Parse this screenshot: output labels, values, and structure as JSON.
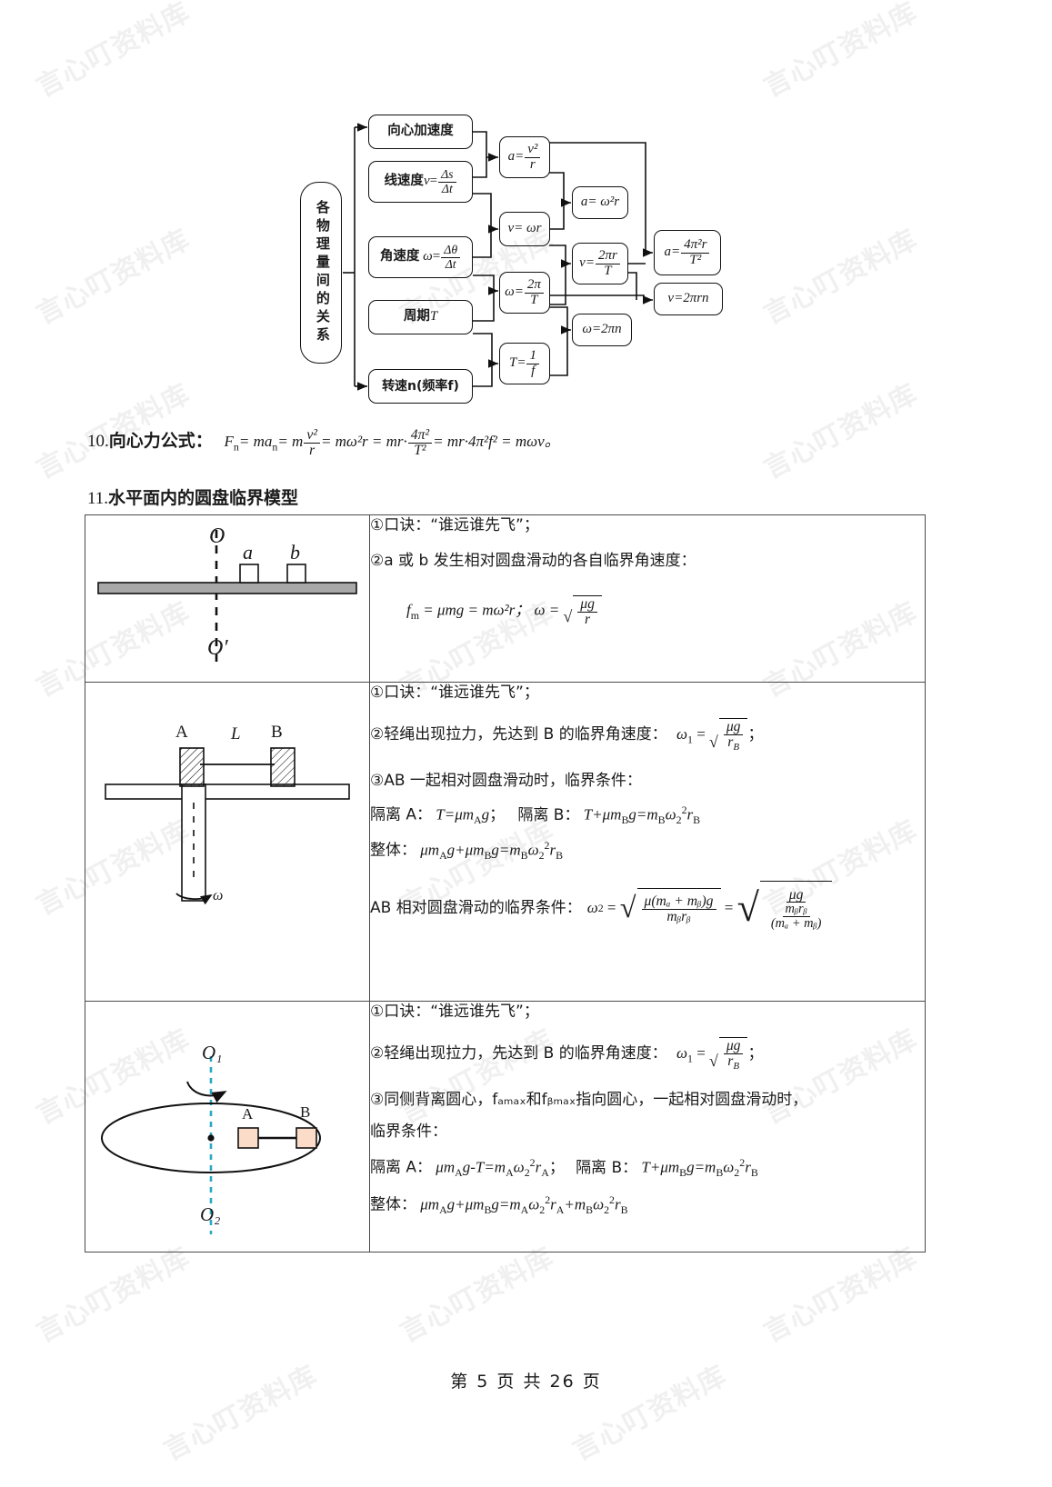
{
  "document": {
    "footer": "第 5 页 共 26 页",
    "watermark_text": "言心叮资料库"
  },
  "flowchart": {
    "root_label": "各物理量间的关系",
    "quantities": [
      {
        "id": "ac",
        "label": "向心加速度"
      },
      {
        "id": "v",
        "label_prefix": "线速度",
        "symbol": "v",
        "eq": "=",
        "num": "Δs",
        "den": "Δt"
      },
      {
        "id": "omega",
        "label_prefix": "角速度",
        "symbol": "ω",
        "eq": "=",
        "num": "Δθ",
        "den": "Δt"
      },
      {
        "id": "T",
        "label": "周期",
        "symbol": "T"
      },
      {
        "id": "n",
        "label": "转速n(频率f)"
      }
    ],
    "formulas_col2": [
      {
        "id": "a_v2r",
        "lhs": "a=",
        "num": "v²",
        "den": "r"
      },
      {
        "id": "v_wr",
        "text": "v= ωr"
      },
      {
        "id": "w_2piT",
        "lhs": "ω=",
        "num": "2π",
        "den": "T"
      },
      {
        "id": "T_1f",
        "lhs": "T=",
        "num": "1",
        "den": "f"
      }
    ],
    "formulas_col3": [
      {
        "id": "a_w2r",
        "text": "a= ω²r"
      },
      {
        "id": "v_2pirT",
        "lhs": "v=",
        "num": "2πr",
        "den": "T"
      },
      {
        "id": "w_2pin",
        "text": "ω=2πn"
      }
    ],
    "formulas_col4": [
      {
        "id": "a_4pi2r_T2",
        "lhs": "a=",
        "num": "4π²r",
        "den": "T²"
      },
      {
        "id": "v_2pirn",
        "text": "v=2πrn"
      }
    ]
  },
  "item10": {
    "number": "10.",
    "title": "向心力公式：",
    "formula_plain": "Fₙ = maₙ = m v²/r = mω²r = mr·4π²/T² = mr·4π²f² = mωv。",
    "lhs": "F",
    "lhs_sub": "n",
    "eq1": "= ma",
    "eq1_sub": "n",
    "eq2_lhs": "= m",
    "frac1_num": "v²",
    "frac1_den": "r",
    "eq3": "= mω²r = mr·",
    "frac2_num": "4π²",
    "frac2_den": "T²",
    "eq4": "= mr·4π²f² = mωv。"
  },
  "item11": {
    "number": "11.",
    "title": "水平面内的圆盘临界模型"
  },
  "table": {
    "rows": [
      {
        "id": "row1",
        "diagram": {
          "name": "disc-rod-top-view",
          "labels": {
            "top_axis": "O",
            "bottom_axis": "O′",
            "block_a": "a",
            "block_b": "b"
          }
        },
        "paragraphs": [
          {
            "id": "r1p1",
            "text": "①口诀：“谁远谁先飞”；"
          },
          {
            "id": "r1p2",
            "text": "②a 或 b 发生相对圆盘滑动的各自临界角速度："
          }
        ],
        "formula": {
          "lhs": "f",
          "lhs_sub": "m",
          "body": "= μmg = mω²r；  ω =",
          "sqrt_num": "μg",
          "sqrt_den": "r"
        }
      },
      {
        "id": "row2",
        "diagram": {
          "name": "rotating-shaft-two-blocks",
          "labels": {
            "block_a": "A",
            "block_b": "B",
            "length": "L",
            "omega": "ω"
          }
        },
        "paragraphs": [
          {
            "id": "r2p1",
            "text": "①口诀：“谁远谁先飞”；"
          },
          {
            "id": "r2p2_pre",
            "text": "②轻绳出现拉力，先达到 B 的临界角速度：",
            "omega_label": "ω",
            "omega_sub": "1",
            "eq": "=",
            "sqrt_num": "μg",
            "sqrt_den": "r",
            "sqrt_den_sub": "B",
            "tail": "；"
          },
          {
            "id": "r2p3",
            "text": "③AB 一起相对圆盘滑动时，临界条件："
          },
          {
            "id": "r2p4",
            "text": "隔离 A：T=μm"
          },
          {
            "id": "r2p5",
            "text": "整体：μm"
          },
          {
            "id": "r2p6",
            "text": "AB 相对圆盘滑动的临界条件："
          }
        ],
        "eqs": {
          "isolate_a": "隔离 A： T=μm<sub>A</sub>g；",
          "isolate_b": "隔离 B： T+μm<sub>B</sub>g=m<sub>B</sub>ω<sub>2</sub><sup>2</sup>r<sub>B</sub>",
          "whole": "整体：μm<sub>A</sub>g+μm<sub>B</sub>g=m<sub>B</sub>ω<sub>2</sub><sup>2</sup>r<sub>B</sub>",
          "omega2_label": "ω",
          "omega2_sub": "2",
          "big_num": "μ(mₐ + mᵦ)g",
          "big_den": "mᵦrᵦ",
          "nested_num": "μg",
          "nested_inner_num": "mᵦrᵦ",
          "nested_inner_den": "(mₐ + mᵦ)"
        }
      },
      {
        "id": "row3",
        "diagram": {
          "name": "disc-perspective-two-blocks",
          "labels": {
            "top_axis": "O₁",
            "bottom_axis": "O₂",
            "block_a": "A",
            "block_b": "B"
          }
        },
        "paragraphs": [
          {
            "id": "r3p1",
            "text": "①口诀：“谁远谁先飞”；"
          },
          {
            "id": "r3p2_pre",
            "text": "②轻绳出现拉力，先达到 B 的临界角速度：",
            "tail": "；"
          },
          {
            "id": "r3p3",
            "text": "③同侧背离圆心，fₐₘₐₓ和fᵦₘₐₓ指向圆心，一起相对圆盘滑动时，"
          },
          {
            "id": "r3p4",
            "text": "临界条件："
          },
          {
            "id": "r3p5",
            "text": "隔离 A：μmₐg-T=mₐω₂²rₐ；隔离 B：T+μmᵦg=mᵦω₂²rᵦ"
          },
          {
            "id": "r3p6",
            "text": "整体：μmₐg+μmᵦg=mₐω₂²rₐ+mᵦω₂²rᵦ"
          }
        ]
      }
    ]
  },
  "colors": {
    "page_bg": "#ffffff",
    "ink": "#1a1a1a",
    "rule": "#4a4a4a",
    "disc_fill": "#a8a8a8",
    "axis_dash": "#2aa8c4",
    "block_fill": "#fbdcc8"
  }
}
